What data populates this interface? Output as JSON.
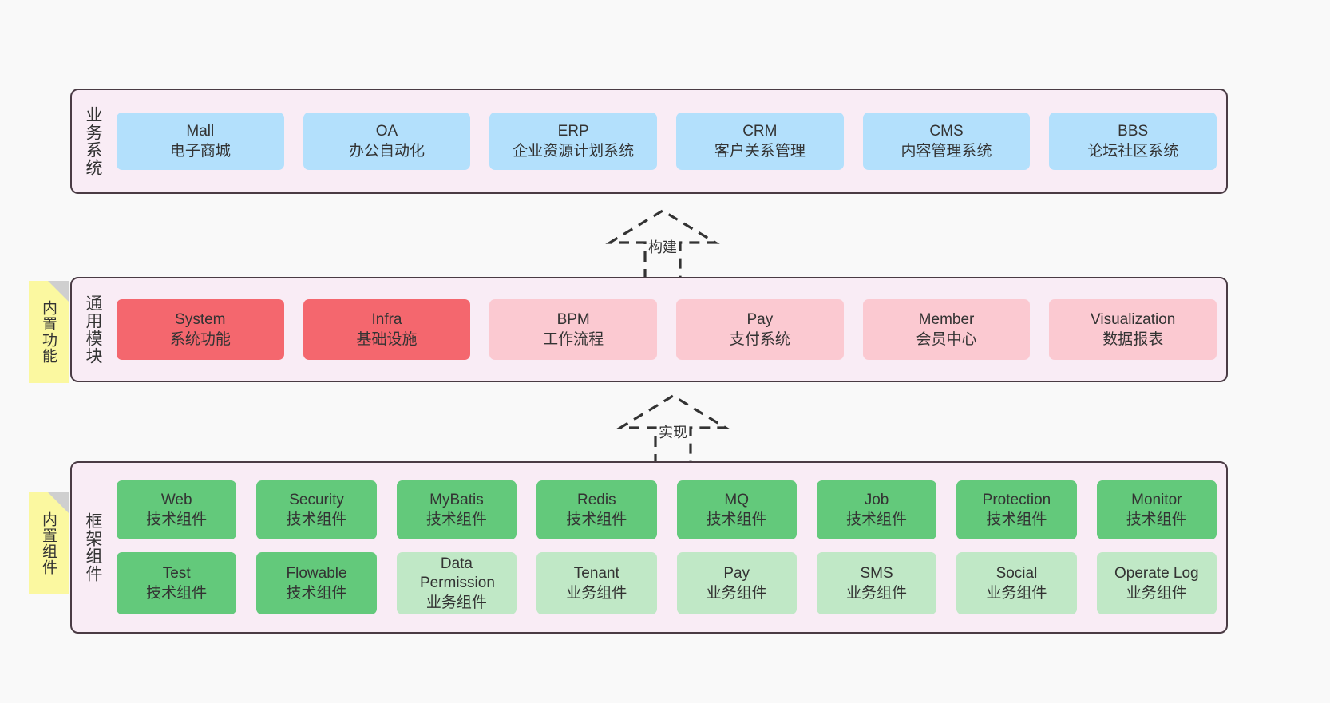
{
  "diagram": {
    "background_color": "#f9f9f9",
    "band_fill": "#f9ecf5",
    "band_border": "#4a3b44",
    "tag_fill": "#fbf8a0",
    "tag_fold": "#cfcfcf"
  },
  "layers": [
    {
      "title": "业务系统",
      "tag": null,
      "rows": [
        {
          "nodes": [
            {
              "en": "Mall",
              "cn": "电子商城",
              "color": "#b3e0fc",
              "style": "blue"
            },
            {
              "en": "OA",
              "cn": "办公自动化",
              "color": "#b3e0fc",
              "style": "blue"
            },
            {
              "en": "ERP",
              "cn": "企业资源计划系统",
              "color": "#b3e0fc",
              "style": "blue"
            },
            {
              "en": "CRM",
              "cn": "客户关系管理",
              "color": "#b3e0fc",
              "style": "blue"
            },
            {
              "en": "CMS",
              "cn": "内容管理系统",
              "color": "#b3e0fc",
              "style": "blue"
            },
            {
              "en": "BBS",
              "cn": "论坛社区系统",
              "color": "#b3e0fc",
              "style": "blue"
            }
          ]
        }
      ]
    },
    {
      "title": "通用模块",
      "tag": "内置功能",
      "rows": [
        {
          "nodes": [
            {
              "en": "System",
              "cn": "系统功能",
              "color": "#f4676e",
              "style": "red"
            },
            {
              "en": "Infra",
              "cn": "基础设施",
              "color": "#f4676e",
              "style": "red"
            },
            {
              "en": "BPM",
              "cn": "工作流程",
              "color": "#fbc9d1",
              "style": "pink"
            },
            {
              "en": "Pay",
              "cn": "支付系统",
              "color": "#fbc9d1",
              "style": "pink"
            },
            {
              "en": "Member",
              "cn": "会员中心",
              "color": "#fbc9d1",
              "style": "pink"
            },
            {
              "en": "Visualization",
              "cn": "数据报表",
              "color": "#fbc9d1",
              "style": "pink"
            }
          ]
        }
      ]
    },
    {
      "title": "框架组件",
      "tag": "内置组件",
      "rows": [
        {
          "nodes": [
            {
              "en": "Web",
              "cn": "技术组件",
              "color": "#63c97b",
              "style": "green"
            },
            {
              "en": "Security",
              "cn": "技术组件",
              "color": "#63c97b",
              "style": "green"
            },
            {
              "en": "MyBatis",
              "cn": "技术组件",
              "color": "#63c97b",
              "style": "green"
            },
            {
              "en": "Redis",
              "cn": "技术组件",
              "color": "#63c97b",
              "style": "green"
            },
            {
              "en": "MQ",
              "cn": "技术组件",
              "color": "#63c97b",
              "style": "green"
            },
            {
              "en": "Job",
              "cn": "技术组件",
              "color": "#63c97b",
              "style": "green"
            },
            {
              "en": "Protection",
              "cn": "技术组件",
              "color": "#63c97b",
              "style": "green"
            },
            {
              "en": "Monitor",
              "cn": "技术组件",
              "color": "#63c97b",
              "style": "green"
            }
          ]
        },
        {
          "nodes": [
            {
              "en": "Test",
              "cn": "技术组件",
              "color": "#63c97b",
              "style": "green"
            },
            {
              "en": "Flowable",
              "cn": "技术组件",
              "color": "#63c97b",
              "style": "green"
            },
            {
              "en": "Data Permission",
              "cn": "业务组件",
              "color": "#c0e8c6",
              "style": "lightgreen"
            },
            {
              "en": "Tenant",
              "cn": "业务组件",
              "color": "#c0e8c6",
              "style": "lightgreen"
            },
            {
              "en": "Pay",
              "cn": "业务组件",
              "color": "#c0e8c6",
              "style": "lightgreen"
            },
            {
              "en": "SMS",
              "cn": "业务组件",
              "color": "#c0e8c6",
              "style": "lightgreen"
            },
            {
              "en": "Social",
              "cn": "业务组件",
              "color": "#c0e8c6",
              "style": "lightgreen"
            },
            {
              "en": "Operate Log",
              "cn": "业务组件",
              "color": "#c0e8c6",
              "style": "lightgreen"
            }
          ]
        }
      ]
    }
  ],
  "arrows": [
    {
      "label": "构建",
      "direction": "up"
    },
    {
      "label": "实现",
      "direction": "up"
    }
  ]
}
